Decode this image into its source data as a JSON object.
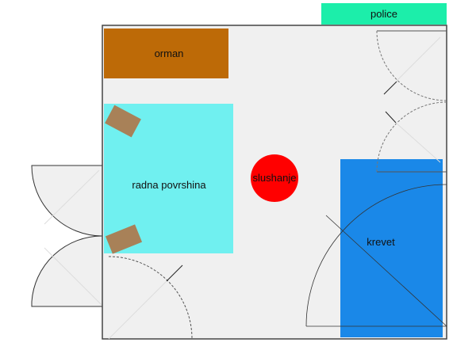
{
  "labels": {
    "police": "police",
    "orman": "orman",
    "radna": "radna povrshina",
    "slushanje": "slushanje",
    "krevet": "krevet"
  },
  "colors": {
    "floor": "#f0f0f0",
    "police": "#1ceeaa",
    "orman": "#bd6a07",
    "radna": "#70f0f0",
    "chair": "#a88158",
    "slushanje": "#ff0000",
    "krevet": "#1a88e8"
  }
}
